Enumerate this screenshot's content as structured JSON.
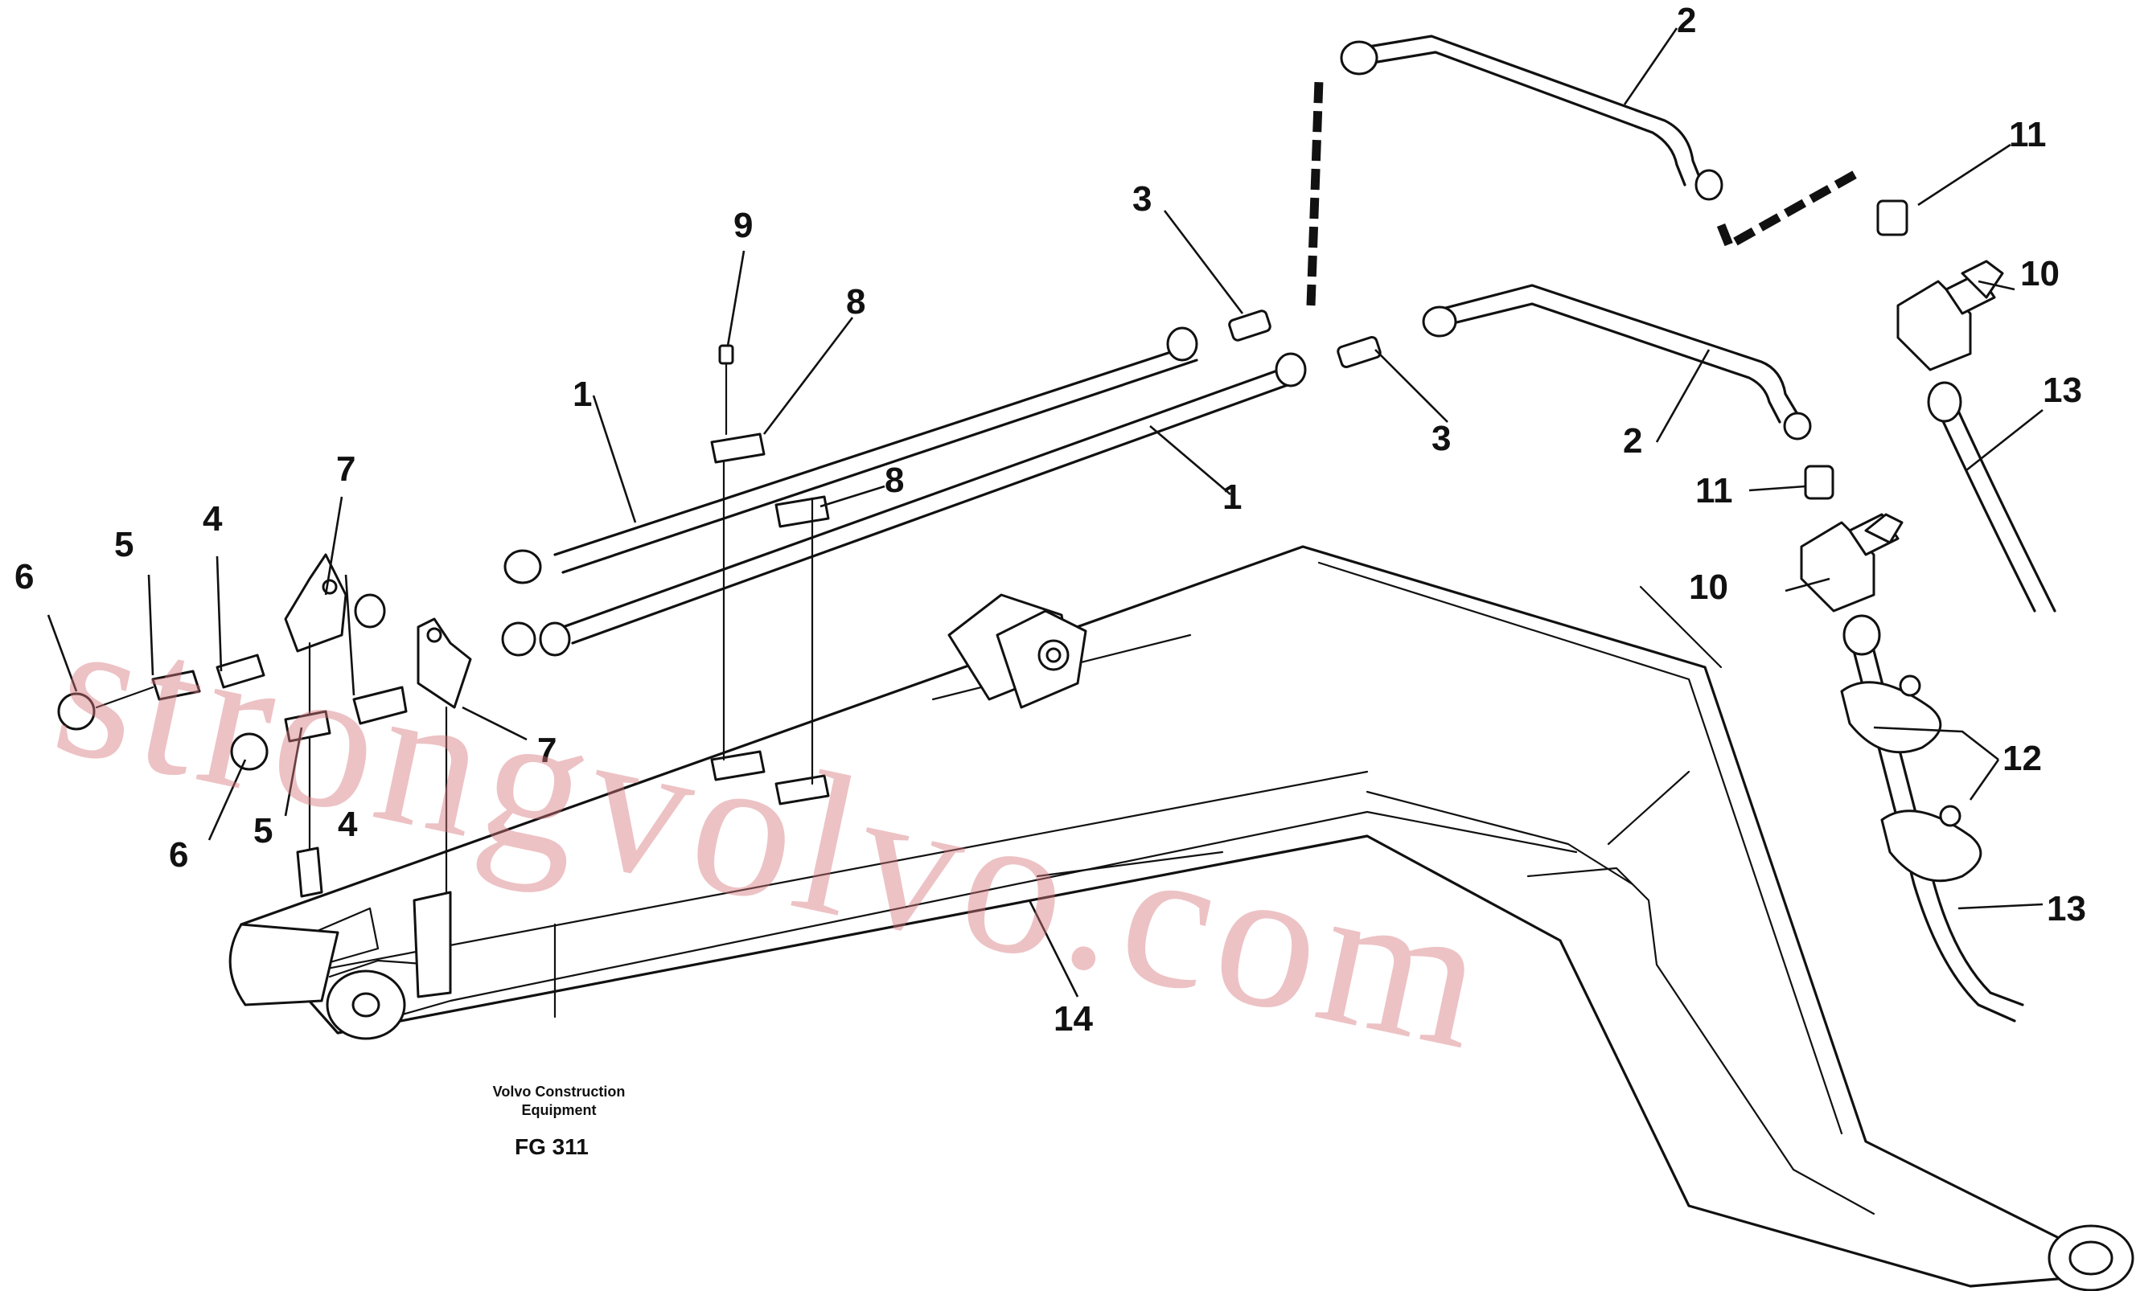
{
  "callouts": {
    "c1a": "1",
    "c1b": "1",
    "c2a": "2",
    "c2b": "2",
    "c3a": "3",
    "c3b": "3",
    "c4a": "4",
    "c4b": "4",
    "c5a": "5",
    "c5b": "5",
    "c6a": "6",
    "c6b": "6",
    "c7a": "7",
    "c7b": "7",
    "c8a": "8",
    "c8b": "8",
    "c9": "9",
    "c10a": "10",
    "c10b": "10",
    "c11a": "11",
    "c11b": "11",
    "c12": "12",
    "c13a": "13",
    "c13b": "13",
    "c14": "14"
  },
  "footer": {
    "company_line1": "Volvo Construction",
    "company_line2": "Equipment",
    "figure_code": "FG 311"
  },
  "watermark": "strongvolvo.com"
}
